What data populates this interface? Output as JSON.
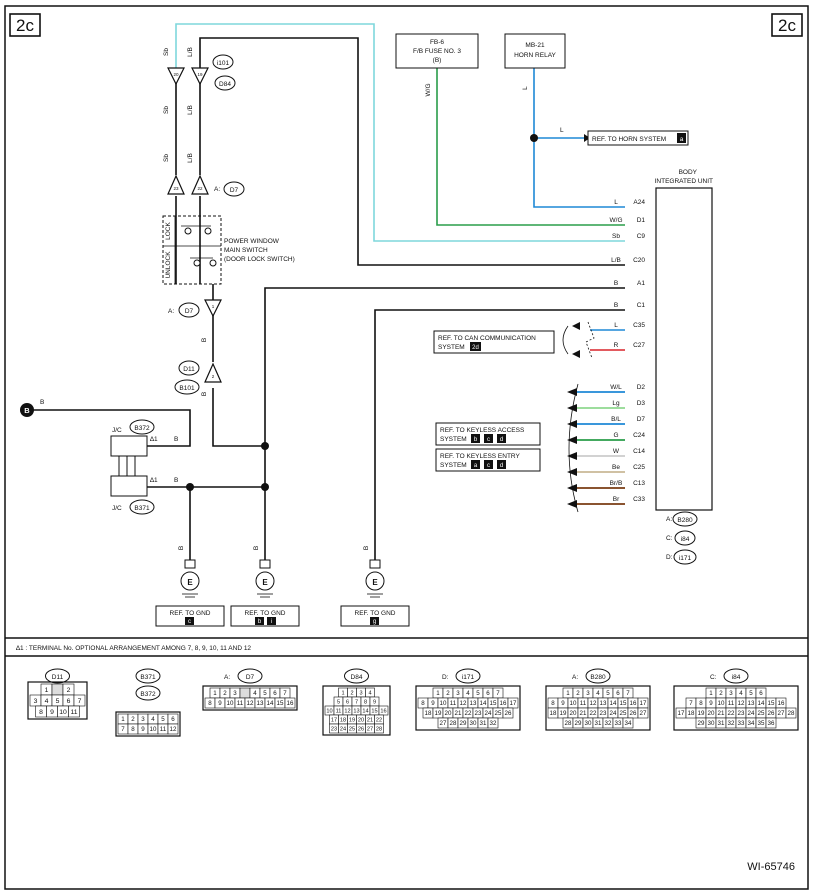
{
  "page": {
    "corner_tag_left": "2c",
    "corner_tag_right": "2c",
    "doc_number": "WI-65746"
  },
  "colors": {
    "sky_blue": "#7fd7dc",
    "blue": "#1e88d6",
    "green": "#2a9d4a",
    "light_green": "#8fd88f",
    "red": "#d8232a",
    "white": "#ffffff",
    "beige": "#c9b896",
    "brown": "#7a3b12",
    "black": "#111111"
  },
  "top_components": [
    {
      "id": "FB-6",
      "line1": "FB-6",
      "line2": "F/B FUSE NO. 3",
      "line3": "(B)",
      "wire_color": "W/G"
    },
    {
      "id": "MB-21",
      "line1": "MB-21",
      "line2": "HORN RELAY",
      "line3": "",
      "wire_color": "L"
    }
  ],
  "horn_ref": {
    "wire": "L",
    "text": "REF. TO HORN SYSTEM",
    "badge": "a"
  },
  "left_harness": {
    "wire_sb": "Sb",
    "wire_lb": "L/B",
    "wire_b": "B",
    "conn_i101": "i101",
    "conn_d84": "D84",
    "conn_d7_prefix": "A:",
    "conn_d7": "D7",
    "pin_19": "19",
    "pin_20": "20",
    "pin_22": "22",
    "pin_23": "23",
    "pin_1": "1",
    "pin_a2": "2",
    "pin_2": "2",
    "conn_d11": "D11",
    "conn_b101": "B101",
    "bus_b": "B",
    "switch_lock": "LOCK",
    "switch_unlock": "UNLOCK",
    "switch_name_1": "POWER WINDOW",
    "switch_name_2": "MAIN SWITCH",
    "switch_name_3": "(DOOR LOCK SWITCH)"
  },
  "junction": {
    "label_top": "J/C",
    "conn_top": "B372",
    "label_bottom": "J/C",
    "conn_bottom": "B371",
    "star_top": "∆1",
    "star_bottom": "∆1",
    "wire_top": "B",
    "wire_bottom": "B",
    "bullet": "B"
  },
  "bcm": {
    "title_1": "BODY",
    "title_2": "INTEGRATED UNIT",
    "conn_prefixes": [
      "A:",
      "C:",
      "D:"
    ],
    "conn_ids": [
      "B280",
      "i84",
      "i171"
    ],
    "pins": [
      {
        "wire": "L",
        "pin": "A24"
      },
      {
        "wire": "W/G",
        "pin": "D1"
      },
      {
        "wire": "Sb",
        "pin": "C9"
      },
      {
        "wire": "L/B",
        "pin": "C20"
      },
      {
        "wire": "B",
        "pin": "A1"
      },
      {
        "wire": "B",
        "pin": "C1"
      },
      {
        "wire": "L",
        "pin": "C35"
      },
      {
        "wire": "R",
        "pin": "C27"
      },
      {
        "wire": "W/L",
        "pin": "D2"
      },
      {
        "wire": "Lg",
        "pin": "D3"
      },
      {
        "wire": "B/L",
        "pin": "D7"
      },
      {
        "wire": "G",
        "pin": "C24"
      },
      {
        "wire": "W",
        "pin": "C14"
      },
      {
        "wire": "Be",
        "pin": "C25"
      },
      {
        "wire": "Br/B",
        "pin": "C13"
      },
      {
        "wire": "Br",
        "pin": "C33"
      }
    ]
  },
  "refs": {
    "can_1": "REF. TO CAN COMMUNICATION",
    "can_2": "SYSTEM",
    "can_badge": "2d",
    "kac_1": "REF. TO KEYLESS ACCESS",
    "kac_2": "SYSTEM",
    "kac_badges": [
      "b",
      "c",
      "d"
    ],
    "ke_1": "REF. TO KEYLESS ENTRY",
    "ke_2": "SYSTEM",
    "ke_badges": [
      "a",
      "c",
      "d"
    ]
  },
  "grounds": [
    {
      "wire": "B",
      "ref": "REF. TO GND",
      "badges": [
        "c"
      ]
    },
    {
      "wire": "B",
      "ref": "REF. TO GND",
      "badges": [
        "b",
        "i"
      ]
    },
    {
      "wire": "B",
      "ref": "REF. TO GND",
      "badges": [
        "g"
      ]
    }
  ],
  "ground_symbol": "E",
  "footnote": "∆1   : TERMINAL No. OPTIONAL ARRANGEMENT AMONG 7, 8, 9, 10, 11 AND 12",
  "connector_views": [
    {
      "label": "D11",
      "prefix": "",
      "rows": [
        [
          "1",
          "",
          "2"
        ],
        [
          "3",
          "4",
          "5",
          "6",
          "7"
        ],
        [
          "8",
          "9",
          "10",
          "11"
        ]
      ]
    },
    {
      "label": "B371",
      "label2": "B372",
      "prefix": "",
      "rows": [
        [
          "1",
          "2",
          "3",
          "4",
          "5",
          "6"
        ],
        [
          "7",
          "8",
          "9",
          "10",
          "11",
          "12"
        ]
      ]
    },
    {
      "label": "D7",
      "prefix": "A:",
      "rows": [
        [
          "1",
          "2",
          "3",
          "",
          "4",
          "5",
          "6",
          "7"
        ],
        [
          "8",
          "9",
          "10",
          "11",
          "12",
          "13",
          "14",
          "15",
          "16"
        ]
      ]
    },
    {
      "label": "D84",
      "prefix": "",
      "rows": [
        [
          "1",
          "2",
          "3",
          "4"
        ],
        [
          "5",
          "6",
          "7",
          "8",
          "9"
        ],
        [
          "10",
          "11",
          "12",
          "13",
          "14",
          "15",
          "16"
        ],
        [
          "17",
          "18",
          "19",
          "20",
          "21",
          "22"
        ],
        [
          "23",
          "24",
          "25",
          "26",
          "27",
          "28"
        ]
      ]
    },
    {
      "label": "i171",
      "prefix": "D:",
      "rows": [
        [
          "1",
          "2",
          "3",
          "4",
          "5",
          "6",
          "7"
        ],
        [
          "8",
          "9",
          "10",
          "11",
          "12",
          "13",
          "14",
          "15",
          "16",
          "17"
        ],
        [
          "18",
          "19",
          "20",
          "21",
          "22",
          "23",
          "24",
          "25",
          "26"
        ],
        [
          "27",
          "28",
          "29",
          "30",
          "31",
          "32"
        ]
      ]
    },
    {
      "label": "B280",
      "prefix": "A:",
      "rows": [
        [
          "1",
          "2",
          "3",
          "4",
          "5",
          "6",
          "7"
        ],
        [
          "8",
          "9",
          "10",
          "11",
          "12",
          "13",
          "14",
          "15",
          "16",
          "17"
        ],
        [
          "18",
          "19",
          "20",
          "21",
          "22",
          "23",
          "24",
          "25",
          "26",
          "27"
        ],
        [
          "28",
          "29",
          "30",
          "31",
          "32",
          "33",
          "34"
        ]
      ]
    },
    {
      "label": "i84",
      "prefix": "C:",
      "rows": [
        [
          "1",
          "2",
          "3",
          "4",
          "5",
          "6"
        ],
        [
          "7",
          "8",
          "9",
          "10",
          "11",
          "12",
          "13",
          "14",
          "15",
          "16"
        ],
        [
          "17",
          "18",
          "19",
          "20",
          "21",
          "22",
          "23",
          "24",
          "25",
          "26",
          "27",
          "28"
        ],
        [
          "29",
          "30",
          "31",
          "32",
          "33",
          "34",
          "35",
          "36"
        ]
      ]
    }
  ]
}
